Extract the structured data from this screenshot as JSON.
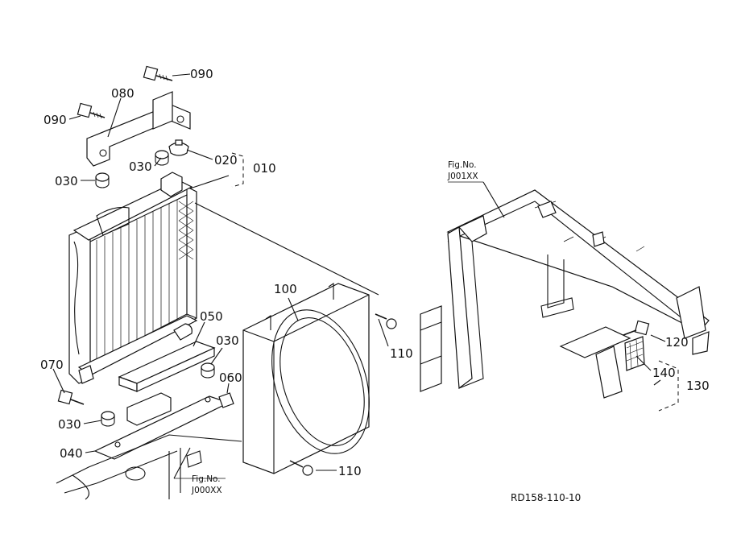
{
  "callouts": {
    "c010": "010",
    "c020": "020",
    "c030a": "030",
    "c030b": "030",
    "c030c": "030",
    "c030d": "030",
    "c040": "040",
    "c050": "050",
    "c060": "060",
    "c070": "070",
    "c080": "080",
    "c090a": "090",
    "c090b": "090",
    "c100": "100",
    "c110a": "110",
    "c110b": "110",
    "c120": "120",
    "c130": "130",
    "c140": "140"
  },
  "fig_refs": {
    "ref1": {
      "label": "Fig.No.",
      "code": "J001XX"
    },
    "ref2": {
      "label": "Fig.No.",
      "code": "J000XX"
    }
  },
  "diagram_id": "RD158-110-10"
}
